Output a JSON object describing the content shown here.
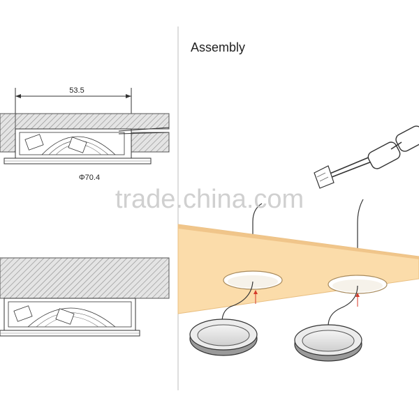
{
  "header": {
    "title": "Assembly"
  },
  "dimensions": {
    "width_label": "53.5",
    "diameter_label": "Φ70.4"
  },
  "watermark": {
    "text": "trade.china.com"
  },
  "colors": {
    "wood": "#fbdcaa",
    "wood_edge": "#e9bf82",
    "hatch": "#8a8a8a",
    "line": "#333333",
    "arrow": "#d43a2a",
    "divider": "#bdbdbd"
  },
  "icons": {
    "connector": "cable-connector-icon",
    "lamp": "puck-light-icon"
  }
}
